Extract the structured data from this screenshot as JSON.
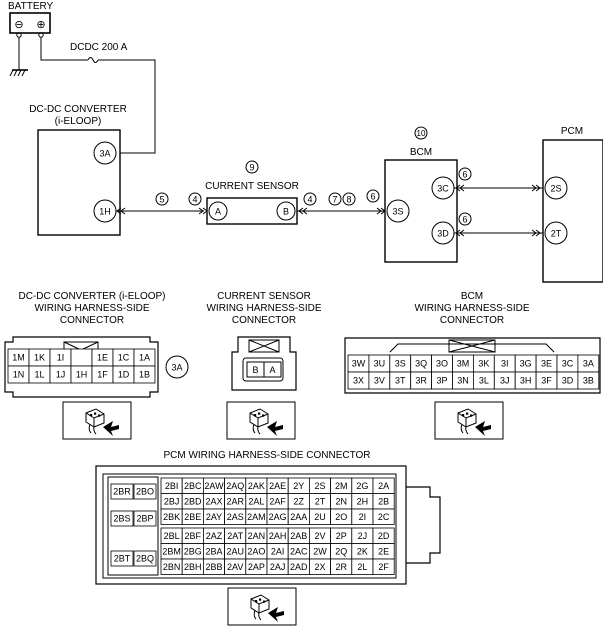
{
  "battery": {
    "label": "BATTERY",
    "minus": "⊖",
    "plus": "⊕"
  },
  "fuse": {
    "label": "DCDC 200 A"
  },
  "dcdc": {
    "title_1": "DC-DC CONVERTER",
    "title_2": "(i-ELOOP)",
    "pin_top": "3A",
    "pin_bottom": "1H"
  },
  "sensor": {
    "num": "9",
    "title": "CURRENT SENSOR",
    "pin_a": "A",
    "pin_b": "B"
  },
  "bcm": {
    "num": "10",
    "title": "BCM",
    "pin_in": "3S",
    "pin_out1": "3C",
    "pin_out2": "3D"
  },
  "pcm": {
    "title": "PCM",
    "pin_1": "2S",
    "pin_2": "2T"
  },
  "wires": {
    "w5": "5",
    "w4a": "4",
    "w4b": "4",
    "w7": "7",
    "w8": "8",
    "w6a": "6",
    "w6b": "6",
    "w6c": "6"
  },
  "conn_dcdc": {
    "title": [
      "DC-DC CONVERTER (i-ELOOP)",
      "WIRING HARNESS-SIDE",
      "CONNECTOR"
    ],
    "row1": [
      "1M",
      "1K",
      "1I",
      "",
      "1E",
      "1C",
      "1A"
    ],
    "row2": [
      "1N",
      "1L",
      "1J",
      "1H",
      "1F",
      "1D",
      "1B"
    ],
    "extra": "3A"
  },
  "conn_sensor": {
    "title": [
      "CURRENT SENSOR",
      "WIRING HARNESS-SIDE",
      "CONNECTOR"
    ],
    "pins": [
      "B",
      "A"
    ]
  },
  "conn_bcm": {
    "title": [
      "BCM",
      "WIRING HARNESS-SIDE",
      "CONNECTOR"
    ],
    "row1": [
      "3W",
      "3U",
      "3S",
      "3Q",
      "3O",
      "3M",
      "3K",
      "3I",
      "3G",
      "3E",
      "3C",
      "3A"
    ],
    "row2": [
      "3X",
      "3V",
      "3T",
      "3R",
      "3P",
      "3N",
      "3L",
      "3J",
      "3H",
      "3F",
      "3D",
      "3B"
    ]
  },
  "conn_pcm": {
    "title": "PCM WIRING HARNESS-SIDE CONNECTOR",
    "left": [
      "2BR",
      "2BO",
      "2BS",
      "2BP",
      "2BT",
      "2BQ"
    ],
    "top": [
      [
        "2BI",
        "2BC",
        "2AW",
        "2AQ",
        "2AK",
        "2AE",
        "2Y",
        "2S",
        "2M",
        "2G",
        "2A"
      ],
      [
        "2BJ",
        "2BD",
        "2AX",
        "2AR",
        "2AL",
        "2AF",
        "2Z",
        "2T",
        "2N",
        "2H",
        "2B"
      ],
      [
        "2BK",
        "2BE",
        "2AY",
        "2AS",
        "2AM",
        "2AG",
        "2AA",
        "2U",
        "2O",
        "2I",
        "2C"
      ]
    ],
    "bottom": [
      [
        "2BL",
        "2BF",
        "2AZ",
        "2AT",
        "2AN",
        "2AH",
        "2AB",
        "2V",
        "2P",
        "2J",
        "2D"
      ],
      [
        "2BM",
        "2BG",
        "2BA",
        "2AU",
        "2AO",
        "2AI",
        "2AC",
        "2W",
        "2Q",
        "2K",
        "2E"
      ],
      [
        "2BN",
        "2BH",
        "2BB",
        "2AV",
        "2AP",
        "2AJ",
        "2AD",
        "2X",
        "2R",
        "2L",
        "2F"
      ]
    ]
  }
}
